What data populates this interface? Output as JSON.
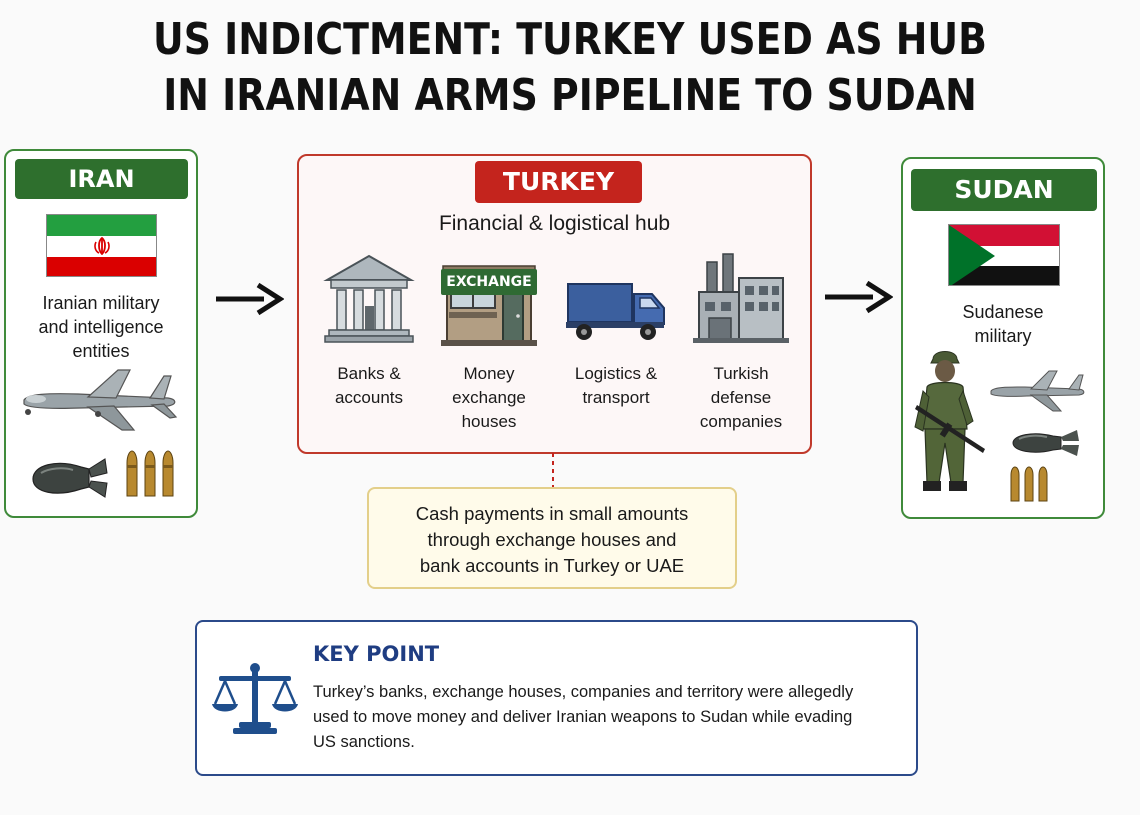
{
  "title": {
    "line1": "US INDICTMENT: TURKEY USED AS HUB",
    "line2": "IN IRANIAN ARMS PIPELINE TO SUDAN"
  },
  "iran": {
    "label": "IRAN",
    "description": [
      "Iranian military",
      "and intelligence",
      "entities"
    ],
    "icons": [
      "iran-flag-icon",
      "drone-icon",
      "bomb-icon",
      "ammunition-icon"
    ]
  },
  "turkey": {
    "label": "TURKEY",
    "subtitle": "Financial & logistical hub",
    "items": [
      {
        "icon": "bank-icon",
        "lines": [
          "Banks &",
          "accounts"
        ]
      },
      {
        "icon": "exchange-house-icon",
        "sign": "EXCHANGE",
        "lines": [
          "Money",
          "exchange",
          "houses"
        ]
      },
      {
        "icon": "truck-icon",
        "lines": [
          "Logistics &",
          "transport"
        ]
      },
      {
        "icon": "factory-icon",
        "lines": [
          "Turkish",
          "defense",
          "companies"
        ]
      }
    ]
  },
  "sudan": {
    "label": "SUDAN",
    "description": [
      "Sudanese",
      "military"
    ],
    "icons": [
      "sudan-flag-icon",
      "soldier-icon",
      "drone-icon",
      "bomb-icon",
      "ammunition-icon"
    ]
  },
  "cash": {
    "lines": [
      "Cash payments in small amounts",
      "through exchange houses and",
      "bank accounts in Turkey or UAE"
    ]
  },
  "key_point": {
    "title": "KEY POINT",
    "lines": [
      "Turkey’s banks, exchange houses, companies and territory were allegedly",
      "used to move money and deliver Iranian weapons to Sudan while evading",
      "US sanctions."
    ],
    "icon": "scales-icon"
  },
  "colors": {
    "green": "#2e6f2d",
    "red": "#c4241d",
    "navy": "#1f3d82",
    "cash_border": "#e3cf8a"
  }
}
